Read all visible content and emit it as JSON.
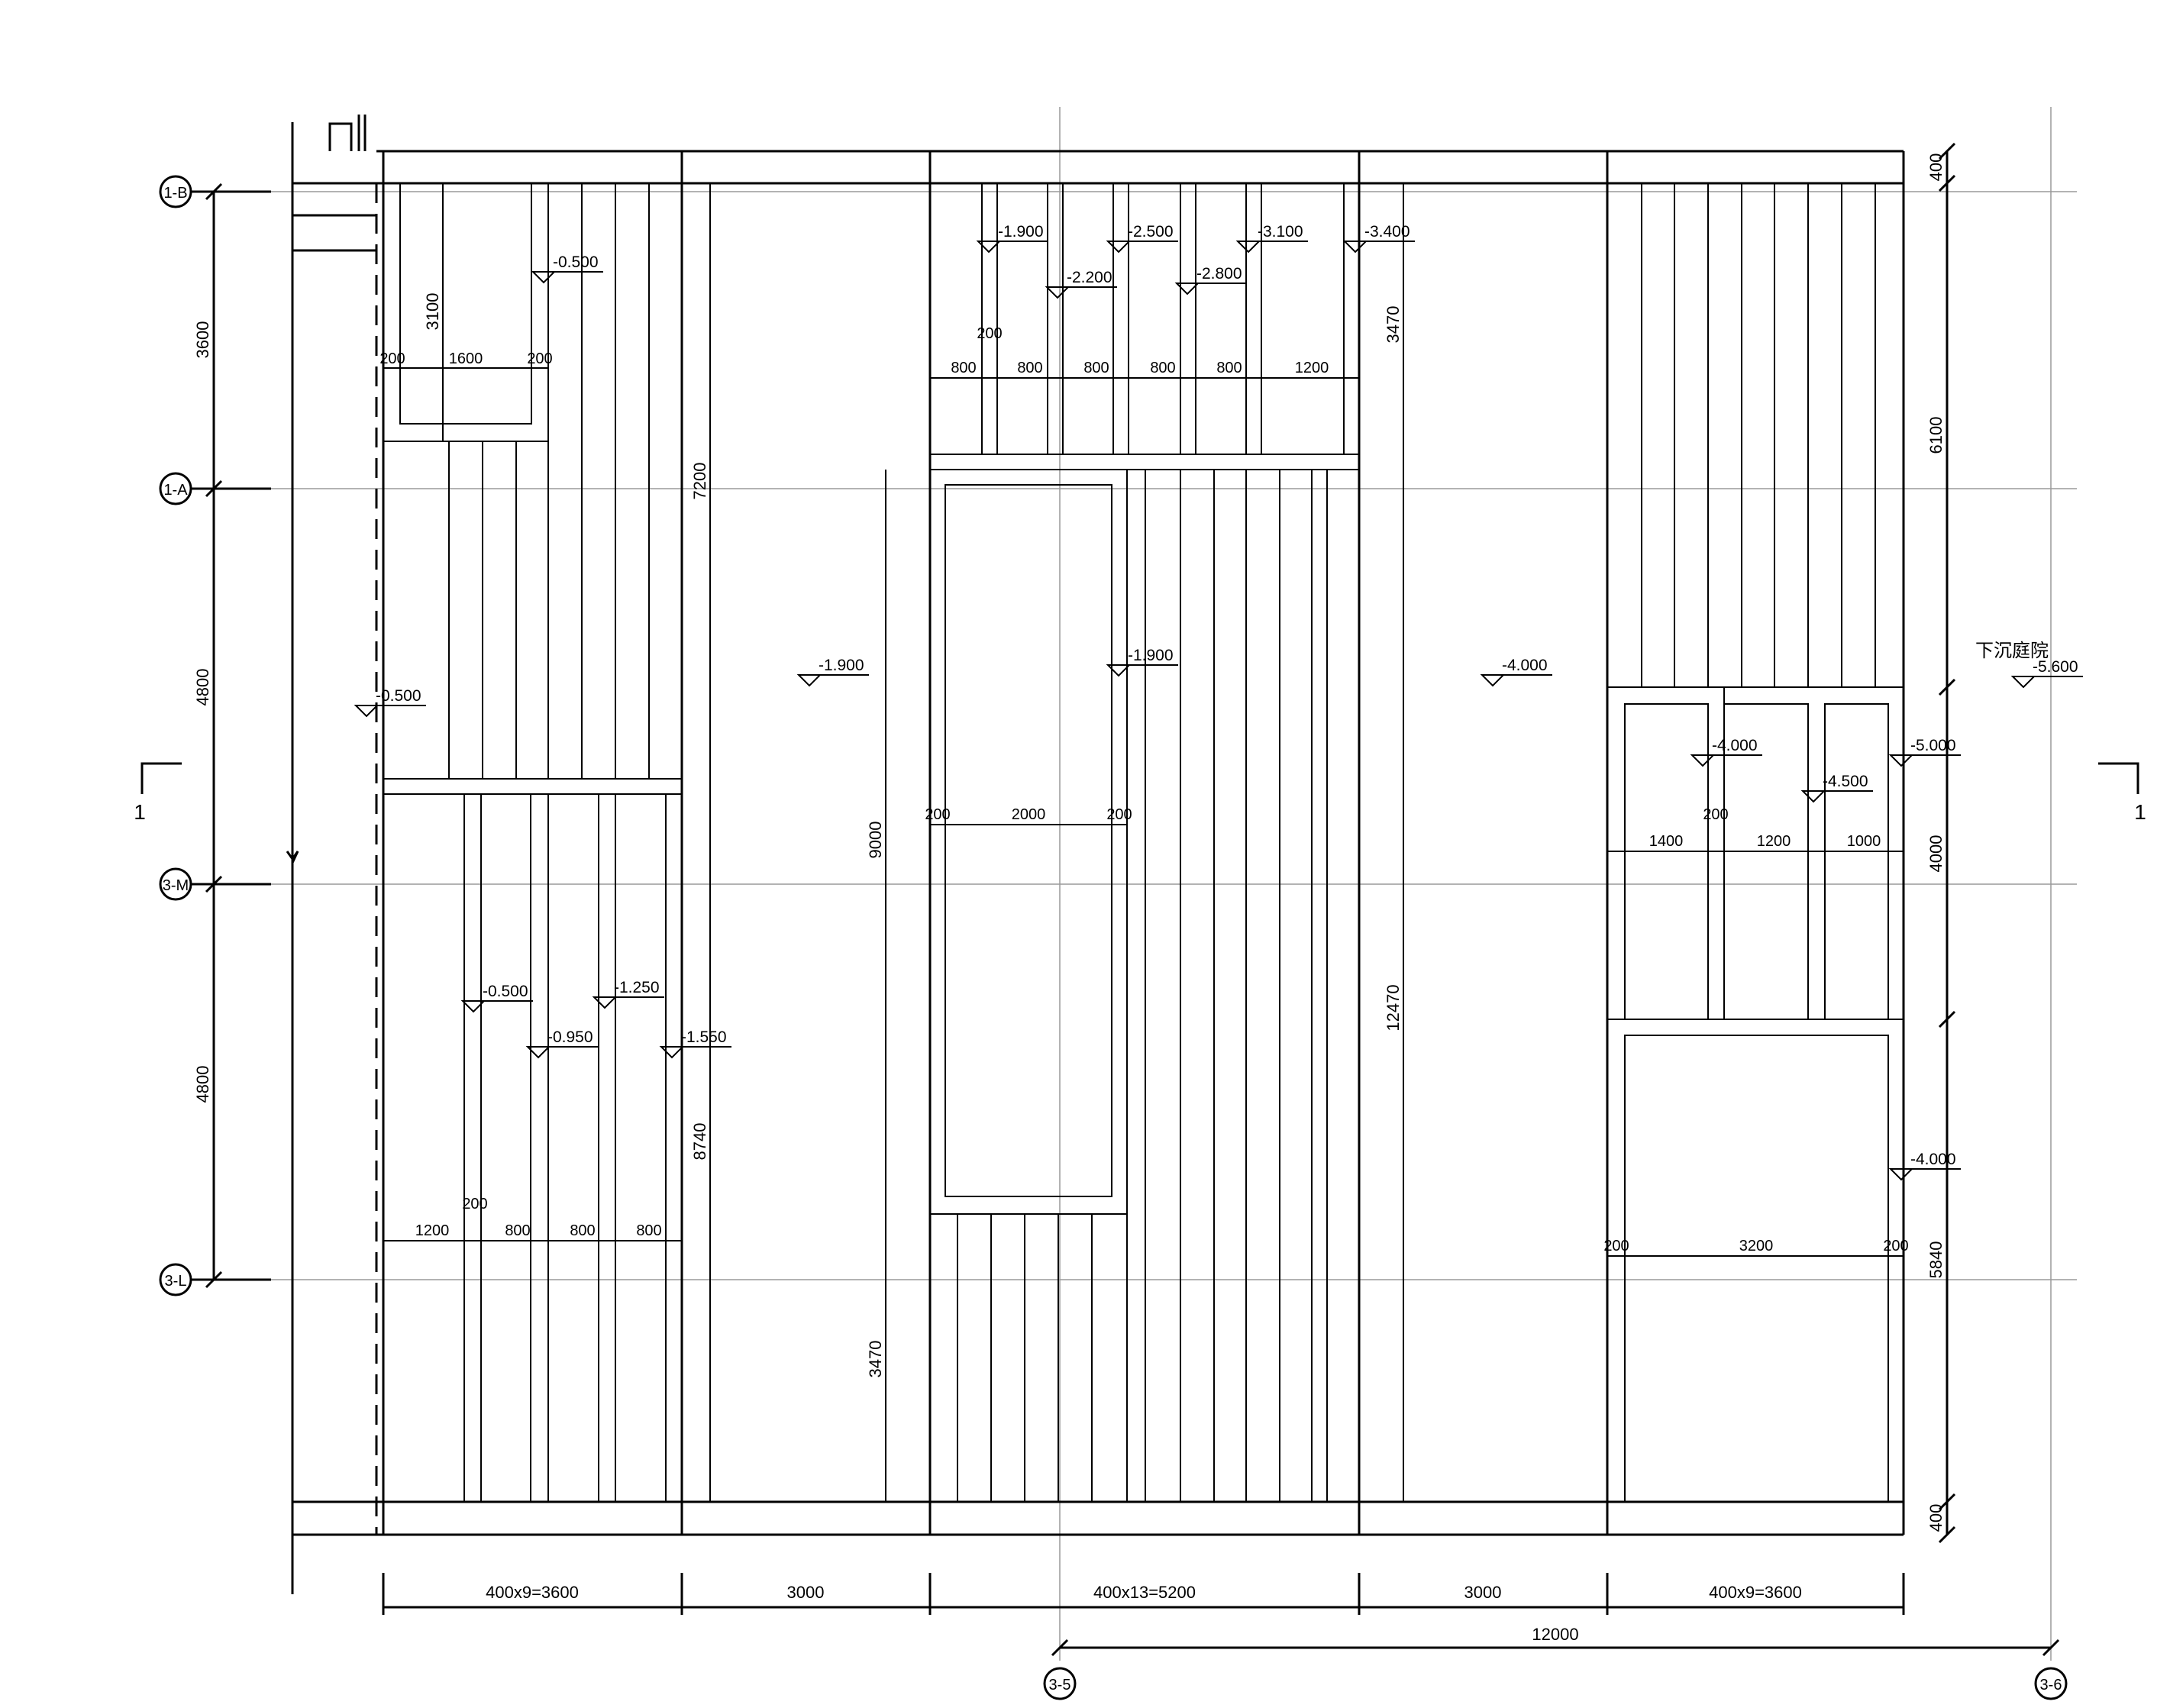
{
  "axes": {
    "rows": [
      "1-B",
      "1-A",
      "3-M",
      "3-L"
    ],
    "columns": [
      "3-5",
      "3-6"
    ]
  },
  "section_marks": {
    "left": "1",
    "right": "1"
  },
  "sunken_courtyard_label": "下沉庭院",
  "elevations": [
    "-0.500",
    "-0.500",
    "-1.900",
    "-1.900",
    "-2.200",
    "-2.500",
    "-2.800",
    "-3.100",
    "-3.400",
    "-1.900",
    "-4.000",
    "-5.600",
    "-0.500",
    "-0.950",
    "-1.250",
    "-1.550",
    "-4.000",
    "-4.500",
    "-5.000",
    "-4.000"
  ],
  "dimensions": {
    "left_vertical": [
      "3600",
      "4800",
      "4800"
    ],
    "right_vertical": [
      "400",
      "6100",
      "4000",
      "5840",
      "400"
    ],
    "bottom_bays": [
      "400x9=3600",
      "3000",
      "400x13=5200",
      "3000",
      "400x9=3600"
    ],
    "bottom_total": "12000",
    "interior_vertical": [
      "3100",
      "7200",
      "8740",
      "9000",
      "3470",
      "3470",
      "12470"
    ],
    "stair_a_top": [
      "200",
      "1600",
      "200"
    ],
    "stair_a_bottom": [
      "200",
      "1200",
      "800",
      "800",
      "800"
    ],
    "stair_b_top": [
      "200",
      "800",
      "800",
      "800",
      "800",
      "800",
      "1200"
    ],
    "stair_b_mid": [
      "200",
      "2000",
      "200"
    ],
    "stair_c_top": [
      "200",
      "1400",
      "1200",
      "1000"
    ],
    "stair_c_bottom": [
      "200",
      "3200",
      "200"
    ]
  }
}
